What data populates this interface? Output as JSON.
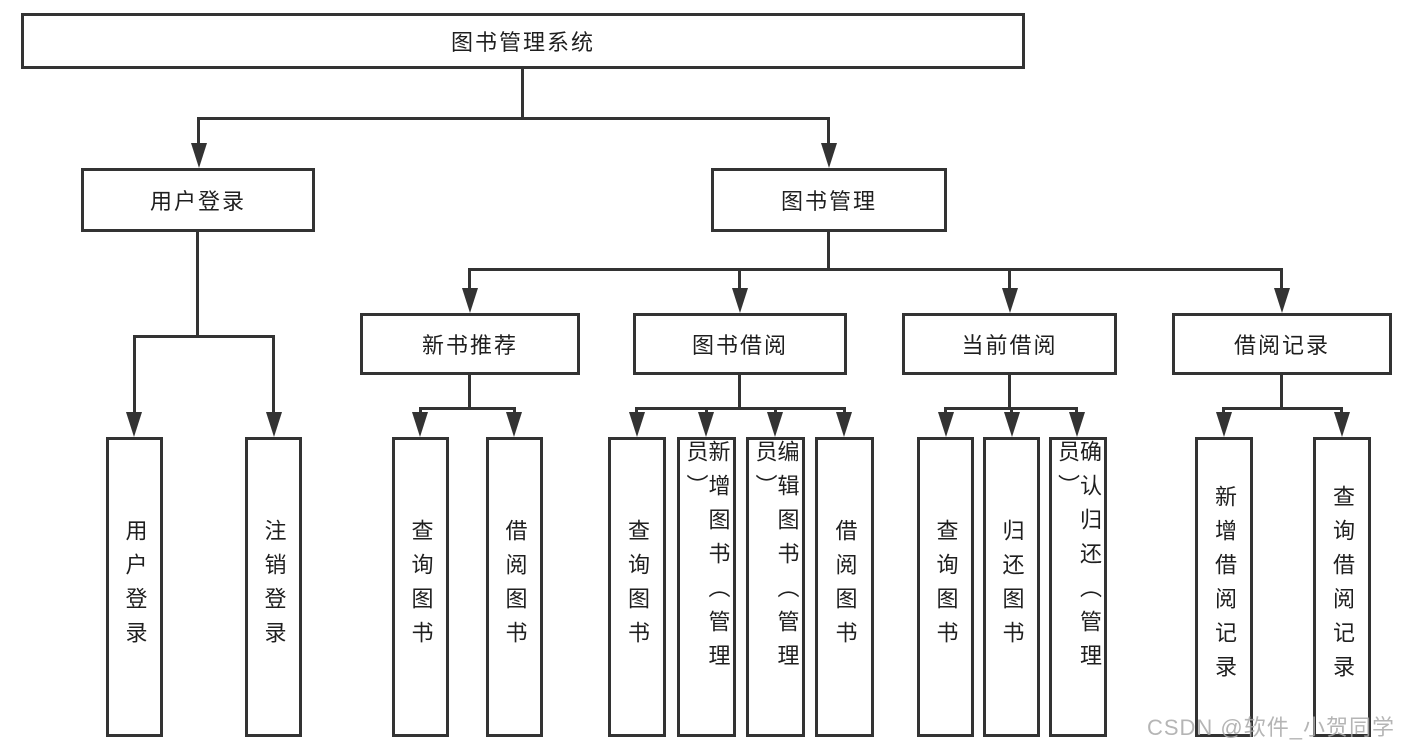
{
  "tree": {
    "label": "图书管理系统",
    "children": [
      {
        "label": "用户登录",
        "children": [
          {
            "label": "用户登录"
          },
          {
            "label": "注销登录"
          }
        ]
      },
      {
        "label": "图书管理",
        "children": [
          {
            "label": "新书推荐",
            "children": [
              {
                "label": "查询图书"
              },
              {
                "label": "借阅图书"
              }
            ]
          },
          {
            "label": "图书借阅",
            "children": [
              {
                "label": "查询图书"
              },
              {
                "label": "新增图书（管理员）"
              },
              {
                "label": "编辑图书（管理员）"
              },
              {
                "label": "借阅图书"
              }
            ]
          },
          {
            "label": "当前借阅",
            "children": [
              {
                "label": "查询图书"
              },
              {
                "label": "归还图书"
              },
              {
                "label": "确认归还（管理员）"
              }
            ]
          },
          {
            "label": "借阅记录",
            "children": [
              {
                "label": "新增借阅记录"
              },
              {
                "label": "查询借阅记录"
              }
            ]
          }
        ]
      }
    ]
  },
  "watermark": {
    "text": "CSDN @软件_小贺同学"
  },
  "colors": {
    "line": "#333333",
    "text": "#1f1f1f",
    "background": "#ffffff",
    "watermark": "#a9a9a9"
  }
}
